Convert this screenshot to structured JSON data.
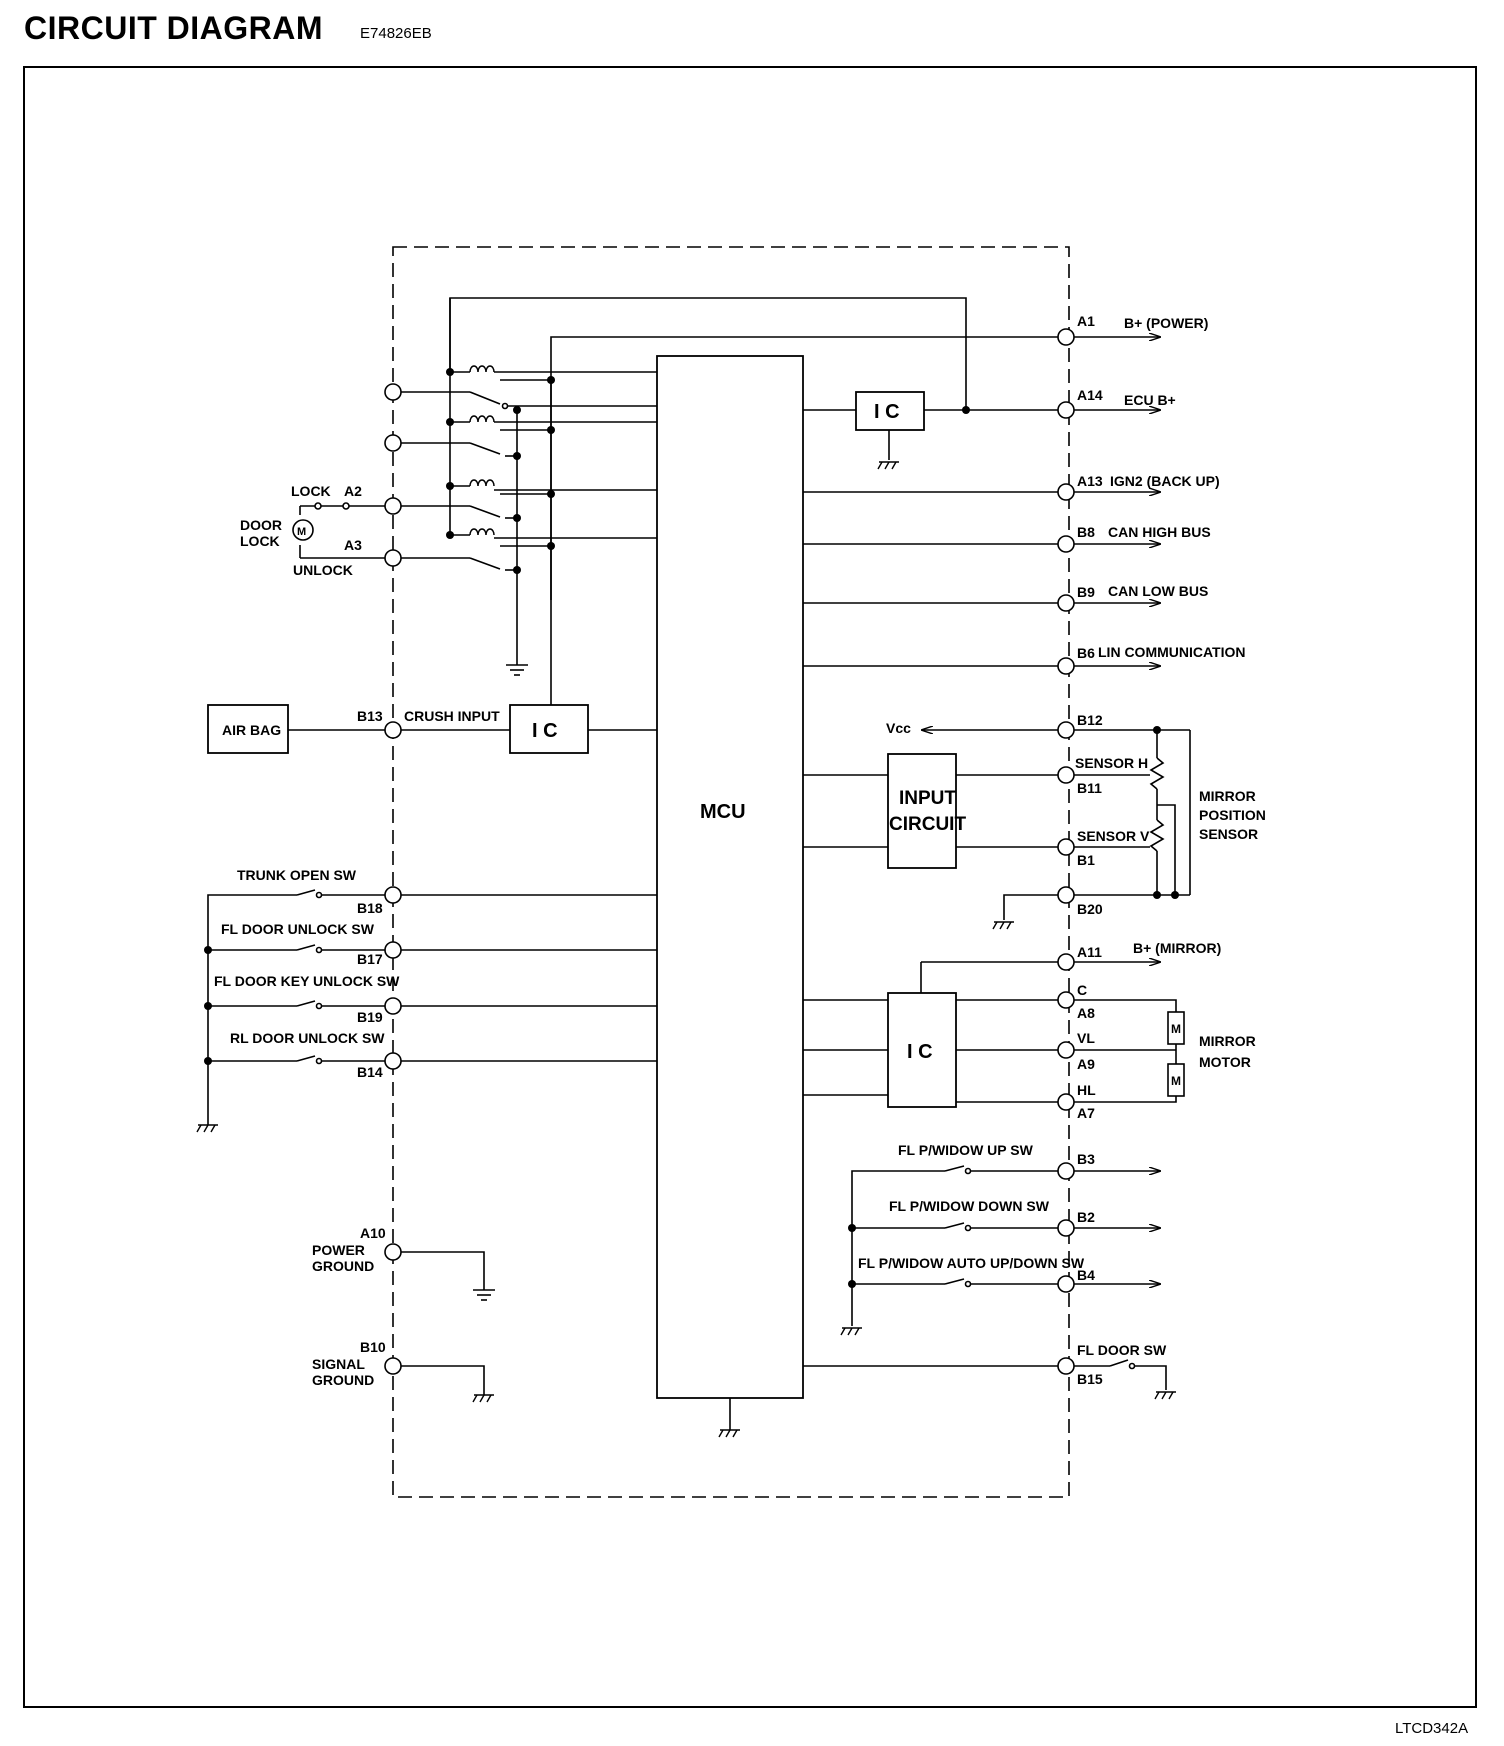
{
  "header": {
    "title": "CIRCUIT DIAGRAM",
    "code": "E74826EB"
  },
  "footer": {
    "figure_code": "LTCD342A"
  },
  "blocks": {
    "mcu": "MCU",
    "ic": "I C",
    "input_line1": "INPUT",
    "input_line2": "CIRCUIT",
    "air_bag": "AIR BAG",
    "motor": "M"
  },
  "left_labels": {
    "lock": "LOCK",
    "a2": "A2",
    "door1": "DOOR",
    "door2": "LOCK",
    "a3": "A3",
    "unlock": "UNLOCK",
    "b13": "B13",
    "crush": "CRUSH INPUT",
    "trunk": "TRUNK OPEN SW",
    "b18": "B18",
    "fl_unlock": "FL DOOR UNLOCK SW",
    "b17": "B17",
    "fl_key": "FL DOOR KEY UNLOCK SW",
    "b19": "B19",
    "rl_unlock": "RL DOOR UNLOCK SW",
    "b14": "B14",
    "a10": "A10",
    "pg1": "POWER",
    "pg2": "GROUND",
    "b10": "B10",
    "sg1": "SIGNAL",
    "sg2": "GROUND"
  },
  "right_labels": {
    "a1": "A1",
    "b_power": "B+ (POWER)",
    "a14": "A14",
    "ecu": "ECU B+",
    "a13": "A13",
    "ign2": "IGN2 (BACK UP)",
    "b8": "B8",
    "can_high": "CAN HIGH BUS",
    "b9": "B9",
    "can_low": "CAN LOW BUS",
    "b6": "B6",
    "lin": "LIN COMMUNICATION",
    "vcc": "Vcc",
    "b12": "B12",
    "sensor_h": "SENSOR H",
    "b11": "B11",
    "sensor_v": "SENSOR V",
    "b1": "B1",
    "b20": "B20",
    "mps1": "MIRROR",
    "mps2": "POSITION",
    "mps3": "SENSOR",
    "a11": "A11",
    "b_mirror": "B+ (MIRROR)",
    "c": "C",
    "a8": "A8",
    "vl": "VL",
    "a9": "A9",
    "hl": "HL",
    "a7": "A7",
    "mm1": "MIRROR",
    "mm2": "MOTOR",
    "win_up": "FL P/WIDOW UP SW",
    "b3": "B3",
    "win_down": "FL P/WIDOW DOWN SW",
    "b2": "B2",
    "win_auto": "FL P/WIDOW AUTO UP/DOWN SW",
    "b4": "B4",
    "fl_door": "FL DOOR SW",
    "b15": "B15"
  }
}
